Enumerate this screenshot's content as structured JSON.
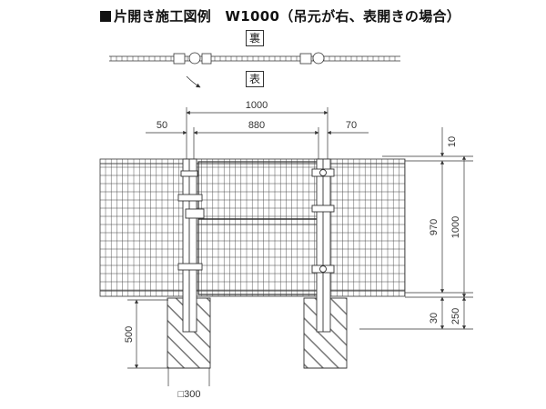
{
  "title": {
    "marker": "■",
    "text": "片開き施工図例　W1000（吊元が右、表開きの場合）"
  },
  "plan_view": {
    "back_label": "裏",
    "front_label": "表"
  },
  "dimensions": {
    "gate_total_width": "1000",
    "left_offset": "50",
    "leaf_width": "880",
    "right_offset": "70",
    "top_gap": "10",
    "mesh_height": "970",
    "total_height": "1000",
    "bottom_gap": "30",
    "right_depth": "250",
    "foundation_depth": "500",
    "foundation_size": "□300"
  },
  "colors": {
    "line": "#333333",
    "mesh": "#555555",
    "hatch": "#666666"
  }
}
